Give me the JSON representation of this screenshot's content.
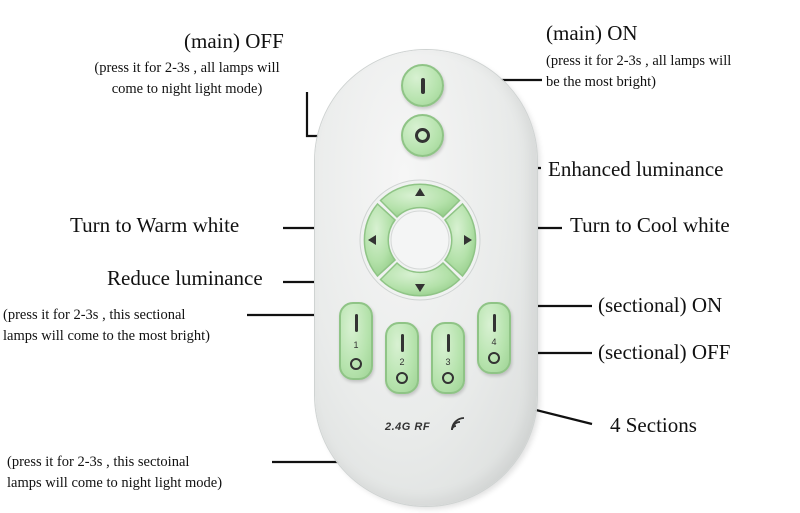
{
  "labels": {
    "main_off_title": "(main) OFF",
    "main_off_note_1": "(press it for 2-3s , all lamps will",
    "main_off_note_2": "come to night light mode)",
    "main_on_title": "(main) ON",
    "main_on_note_1": "(press it for 2-3s , all lamps will",
    "main_on_note_2": "be the most bright)",
    "enhanced": "Enhanced luminance",
    "warm": "Turn to Warm white",
    "cool": "Turn to Cool white",
    "reduce": "Reduce luminance",
    "sec_on_note_1": "(press it for 2-3s , this sectional",
    "sec_on_note_2": "lamps will come to the most bright)",
    "sec_on": "(sectional) ON",
    "sec_off": "(sectional) OFF",
    "sections": "4 Sections",
    "sec_off_note_1": "(press it for 2-3s , this sectoinal",
    "sec_off_note_2": "lamps will come to night light mode)"
  },
  "remote": {
    "brand": "2.4G RF",
    "section_numbers": [
      "1",
      "2",
      "3",
      "4"
    ],
    "body_color": "#e9ebea",
    "button_color": "#b6e3ad"
  },
  "icons": {
    "on": "power-on-bar-icon",
    "off": "power-off-ring-icon",
    "up": "arrow-up-icon",
    "down": "arrow-down-icon",
    "left": "arrow-left-icon",
    "right": "arrow-right-icon",
    "rf": "wireless-signal-icon"
  }
}
